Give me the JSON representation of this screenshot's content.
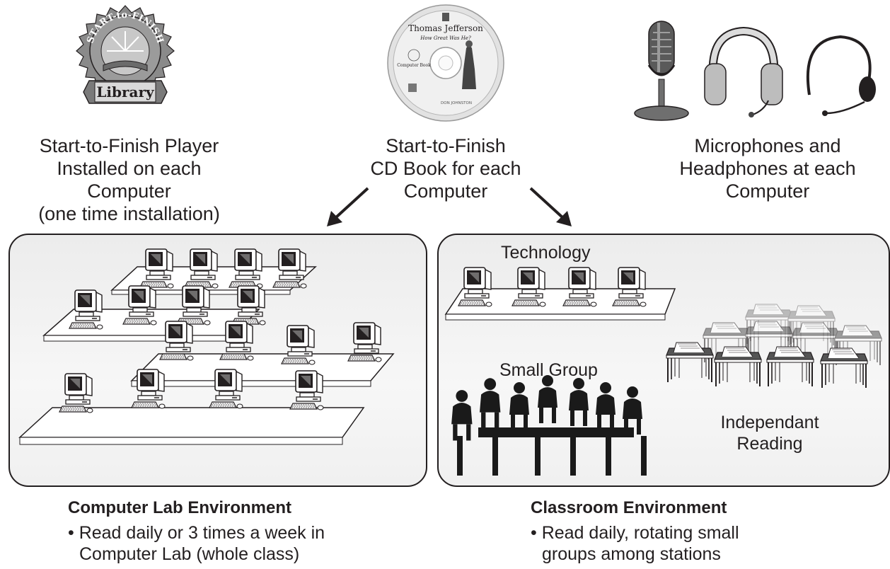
{
  "top": {
    "library_seal": {
      "banner_text": "START-to-FINISH",
      "ribbon_text": "Library",
      "caption": [
        "Start-to-Finish Player",
        "Installed on each Computer",
        "(one time installation)"
      ]
    },
    "cd_book": {
      "disc_title": "Thomas Jefferson",
      "disc_subtitle": "How Great Was He?",
      "disc_label": "Computer Book",
      "disc_publisher": "DON JOHNSTON",
      "caption": [
        "Start-to-Finish",
        "CD Book for each",
        "Computer"
      ]
    },
    "audio": {
      "caption": [
        "Microphones and",
        "Headphones at each",
        "Computer"
      ]
    }
  },
  "lab_panel": {
    "heading": "Computer Lab Environment",
    "bullet_lines": [
      "• Read daily or 3 times a week in",
      "Computer Lab (whole class)"
    ]
  },
  "classroom_panel": {
    "technology_label": "Technology",
    "small_group_label": "Small Group",
    "independent_label": [
      "Independant",
      "Reading"
    ],
    "heading": "Classroom Environment",
    "bullet_lines": [
      "• Read daily, rotating small",
      "groups among stations"
    ]
  },
  "colors": {
    "ink": "#231f20",
    "panel_fill": "#ececec",
    "silhouette": "#1a1a1a"
  }
}
